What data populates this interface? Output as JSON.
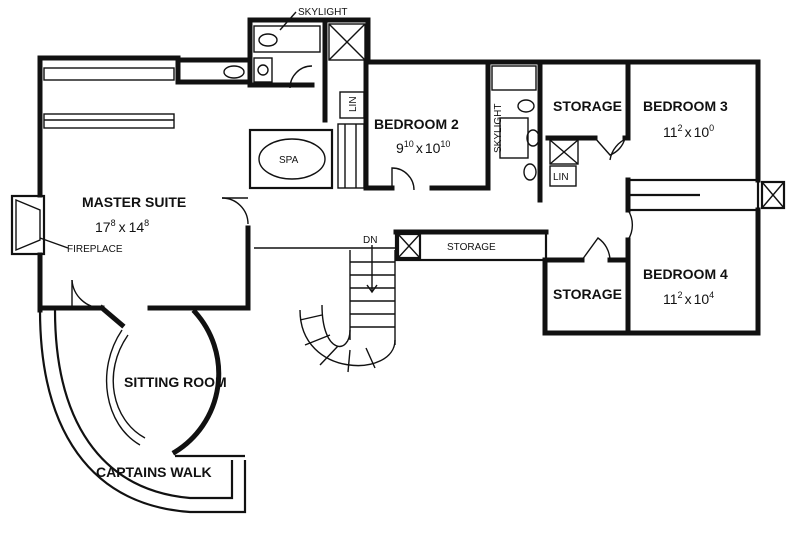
{
  "rooms": {
    "master_suite": {
      "name": "MASTER SUITE",
      "w": "17",
      "w_in": "8",
      "h": "14",
      "h_in": "8",
      "sep": "x"
    },
    "bedroom2": {
      "name": "BEDROOM 2",
      "w": "9",
      "w_in": "10",
      "h": "10",
      "h_in": "10",
      "sep": "x"
    },
    "bedroom3": {
      "name": "BEDROOM 3",
      "w": "11",
      "w_in": "2",
      "h": "10",
      "h_in": "0",
      "sep": "x"
    },
    "bedroom4": {
      "name": "BEDROOM 4",
      "w": "11",
      "w_in": "2",
      "h": "10",
      "h_in": "4",
      "sep": "x"
    },
    "sitting_room": {
      "name": "SITTING ROOM"
    },
    "captains_walk": {
      "name": "CAPTAINS WALK"
    },
    "storage_top": {
      "name": "STORAGE"
    },
    "storage_bottom": {
      "name": "STORAGE"
    },
    "storage_hall": {
      "name": "STORAGE"
    }
  },
  "fixtures": {
    "skylight_top": "SKYLIGHT",
    "skylight_bath": "SKYLIGHT",
    "spa": "SPA",
    "lin_1": "LIN",
    "lin_2": "LIN",
    "fireplace": "FIREPLACE",
    "stair_dn": "DN"
  }
}
